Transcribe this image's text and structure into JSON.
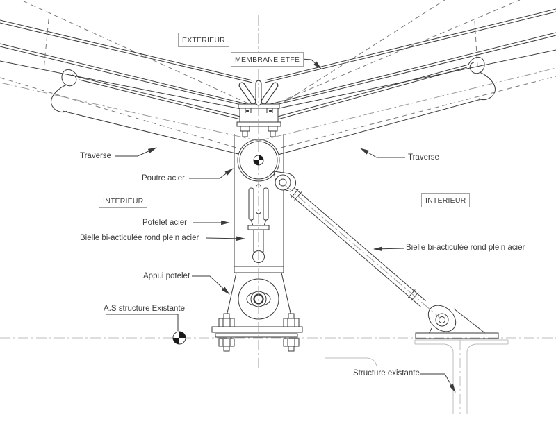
{
  "drawing_type": "technical-section-detail",
  "labels": {
    "exterieur": "EXTERIEUR",
    "membrane": "MEMBRANE ETFE",
    "interieur_left": "INTERIEUR",
    "interieur_right": "INTERIEUR",
    "traverse_left": "Traverse",
    "traverse_right": "Traverse",
    "poutre_acier": "Poutre acier",
    "potelet_acier": "Potelet acier",
    "bielle_left": "Bielle bi-acticulée rond plein acier",
    "bielle_right": "Bielle bi-acticulée rond plein acier",
    "appui_potelet": "Appui potelet",
    "as_structure": "A.S structure Existante",
    "structure_existante": "Structure existante"
  },
  "colors": {
    "line": "#3a3a3a",
    "light_line": "#bcbcbc",
    "centerline": "#9a9a9a",
    "dashed_line": "#787878",
    "label_text": "#3c3c3c",
    "box_border": "#a3a3a3",
    "background": "#ffffff"
  }
}
